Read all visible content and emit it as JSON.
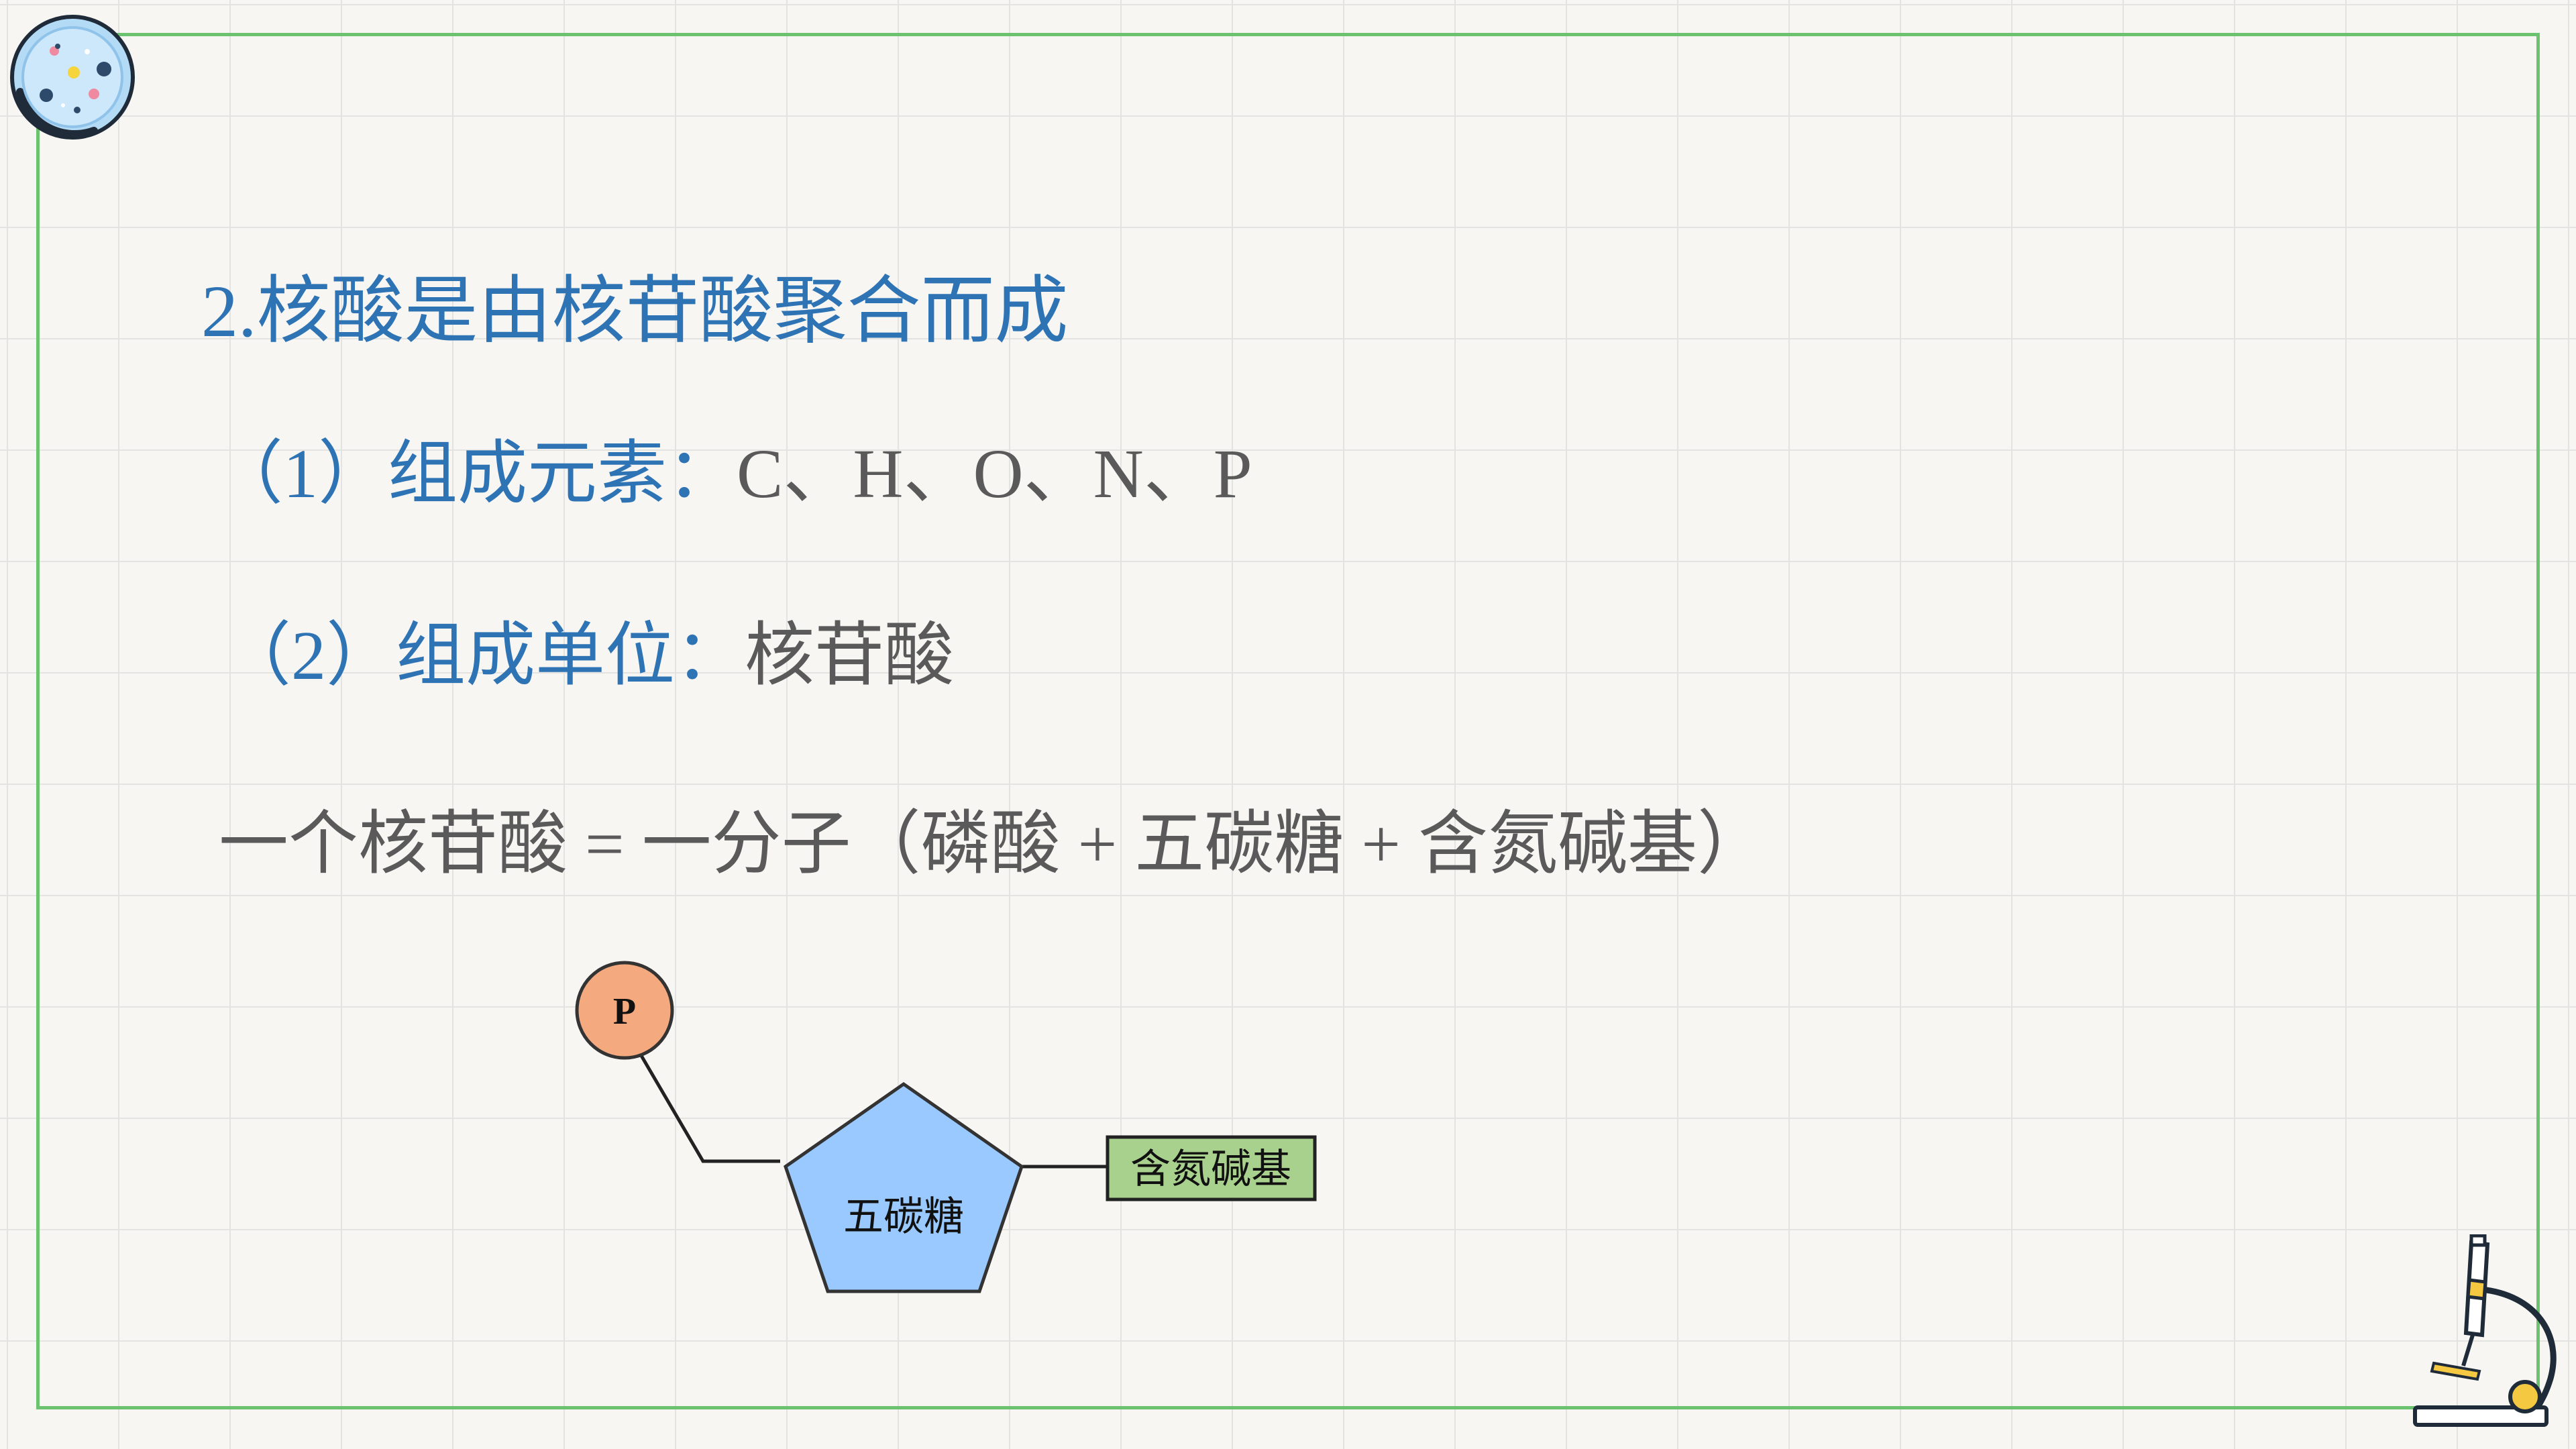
{
  "slide": {
    "heading": "2.核酸是由核苷酸聚合而成",
    "items": [
      {
        "label": "（1）组成元素：",
        "value": "C、H、O、N、P"
      },
      {
        "label": "（2）组成单位：",
        "value": "核苷酸"
      }
    ],
    "equation": "一个核苷酸 = 一分子（磷酸 + 五碳糖 + 含氮碱基）"
  },
  "diagram": {
    "phosphate_label": "P",
    "sugar_label": "五碳糖",
    "base_label": "含氮碱基"
  },
  "icons": {
    "top_left": "petri-dish-icon",
    "bottom_right": "microscope-icon"
  },
  "colors": {
    "heading": "#2e74b5",
    "body_text": "#5a5a5a",
    "frame_border": "#6cc36f",
    "phosphate_fill": "#f4a97f",
    "sugar_fill": "#99c9ff",
    "base_fill": "#a9d18e",
    "background": "#f7f6f3"
  }
}
